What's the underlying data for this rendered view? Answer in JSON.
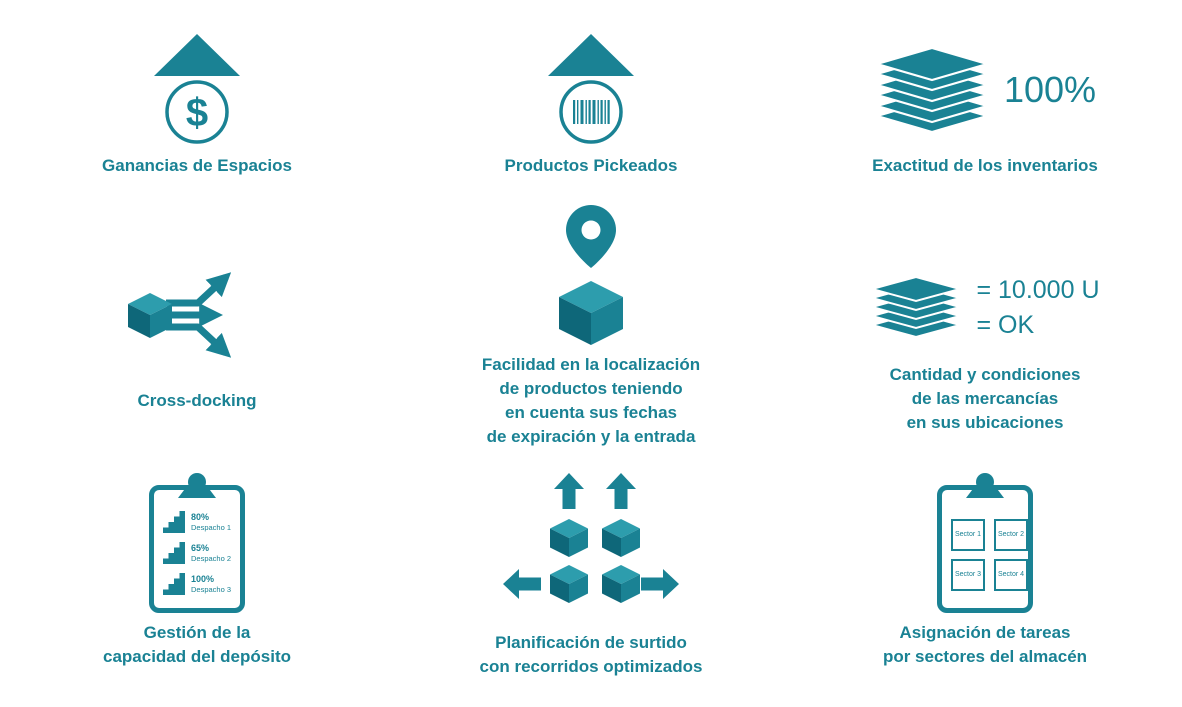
{
  "theme": {
    "accent": "#1A8294",
    "accent_dark": "#0E6779",
    "accent_light": "#2D9DAD",
    "background": "#FFFFFF"
  },
  "cells": [
    {
      "id": "ganancias",
      "label": "Ganancias de Espacios",
      "currency": "$"
    },
    {
      "id": "pickeados",
      "label": "Productos Pickeados"
    },
    {
      "id": "exactitud",
      "label": "Exactitud de los inventarios",
      "value": "100%"
    },
    {
      "id": "crossdocking",
      "label": "Cross-docking"
    },
    {
      "id": "localizacion",
      "label": "Facilidad en la localización\nde productos teniendo\nen cuenta sus fechas\nde expiración y la entrada"
    },
    {
      "id": "cantidad",
      "label": "Cantidad y condiciones\nde las mercancías\nen sus ubicaciones",
      "equations": [
        "= 10.000 U",
        "= OK"
      ]
    },
    {
      "id": "capacidad",
      "label": "Gestión de la\ncapacidad del depósito",
      "gauges": [
        {
          "percent": "80%",
          "name": "Despacho 1"
        },
        {
          "percent": "65%",
          "name": "Despacho 2"
        },
        {
          "percent": "100%",
          "name": "Despacho 3"
        }
      ]
    },
    {
      "id": "planificacion",
      "label": "Planificación de surtido\ncon recorridos optimizados"
    },
    {
      "id": "asignacion",
      "label": "Asignación de tareas\npor sectores del almacén",
      "sectors": [
        "Sector 1",
        "Sector 2",
        "Sector 3",
        "Sector 4"
      ]
    }
  ]
}
